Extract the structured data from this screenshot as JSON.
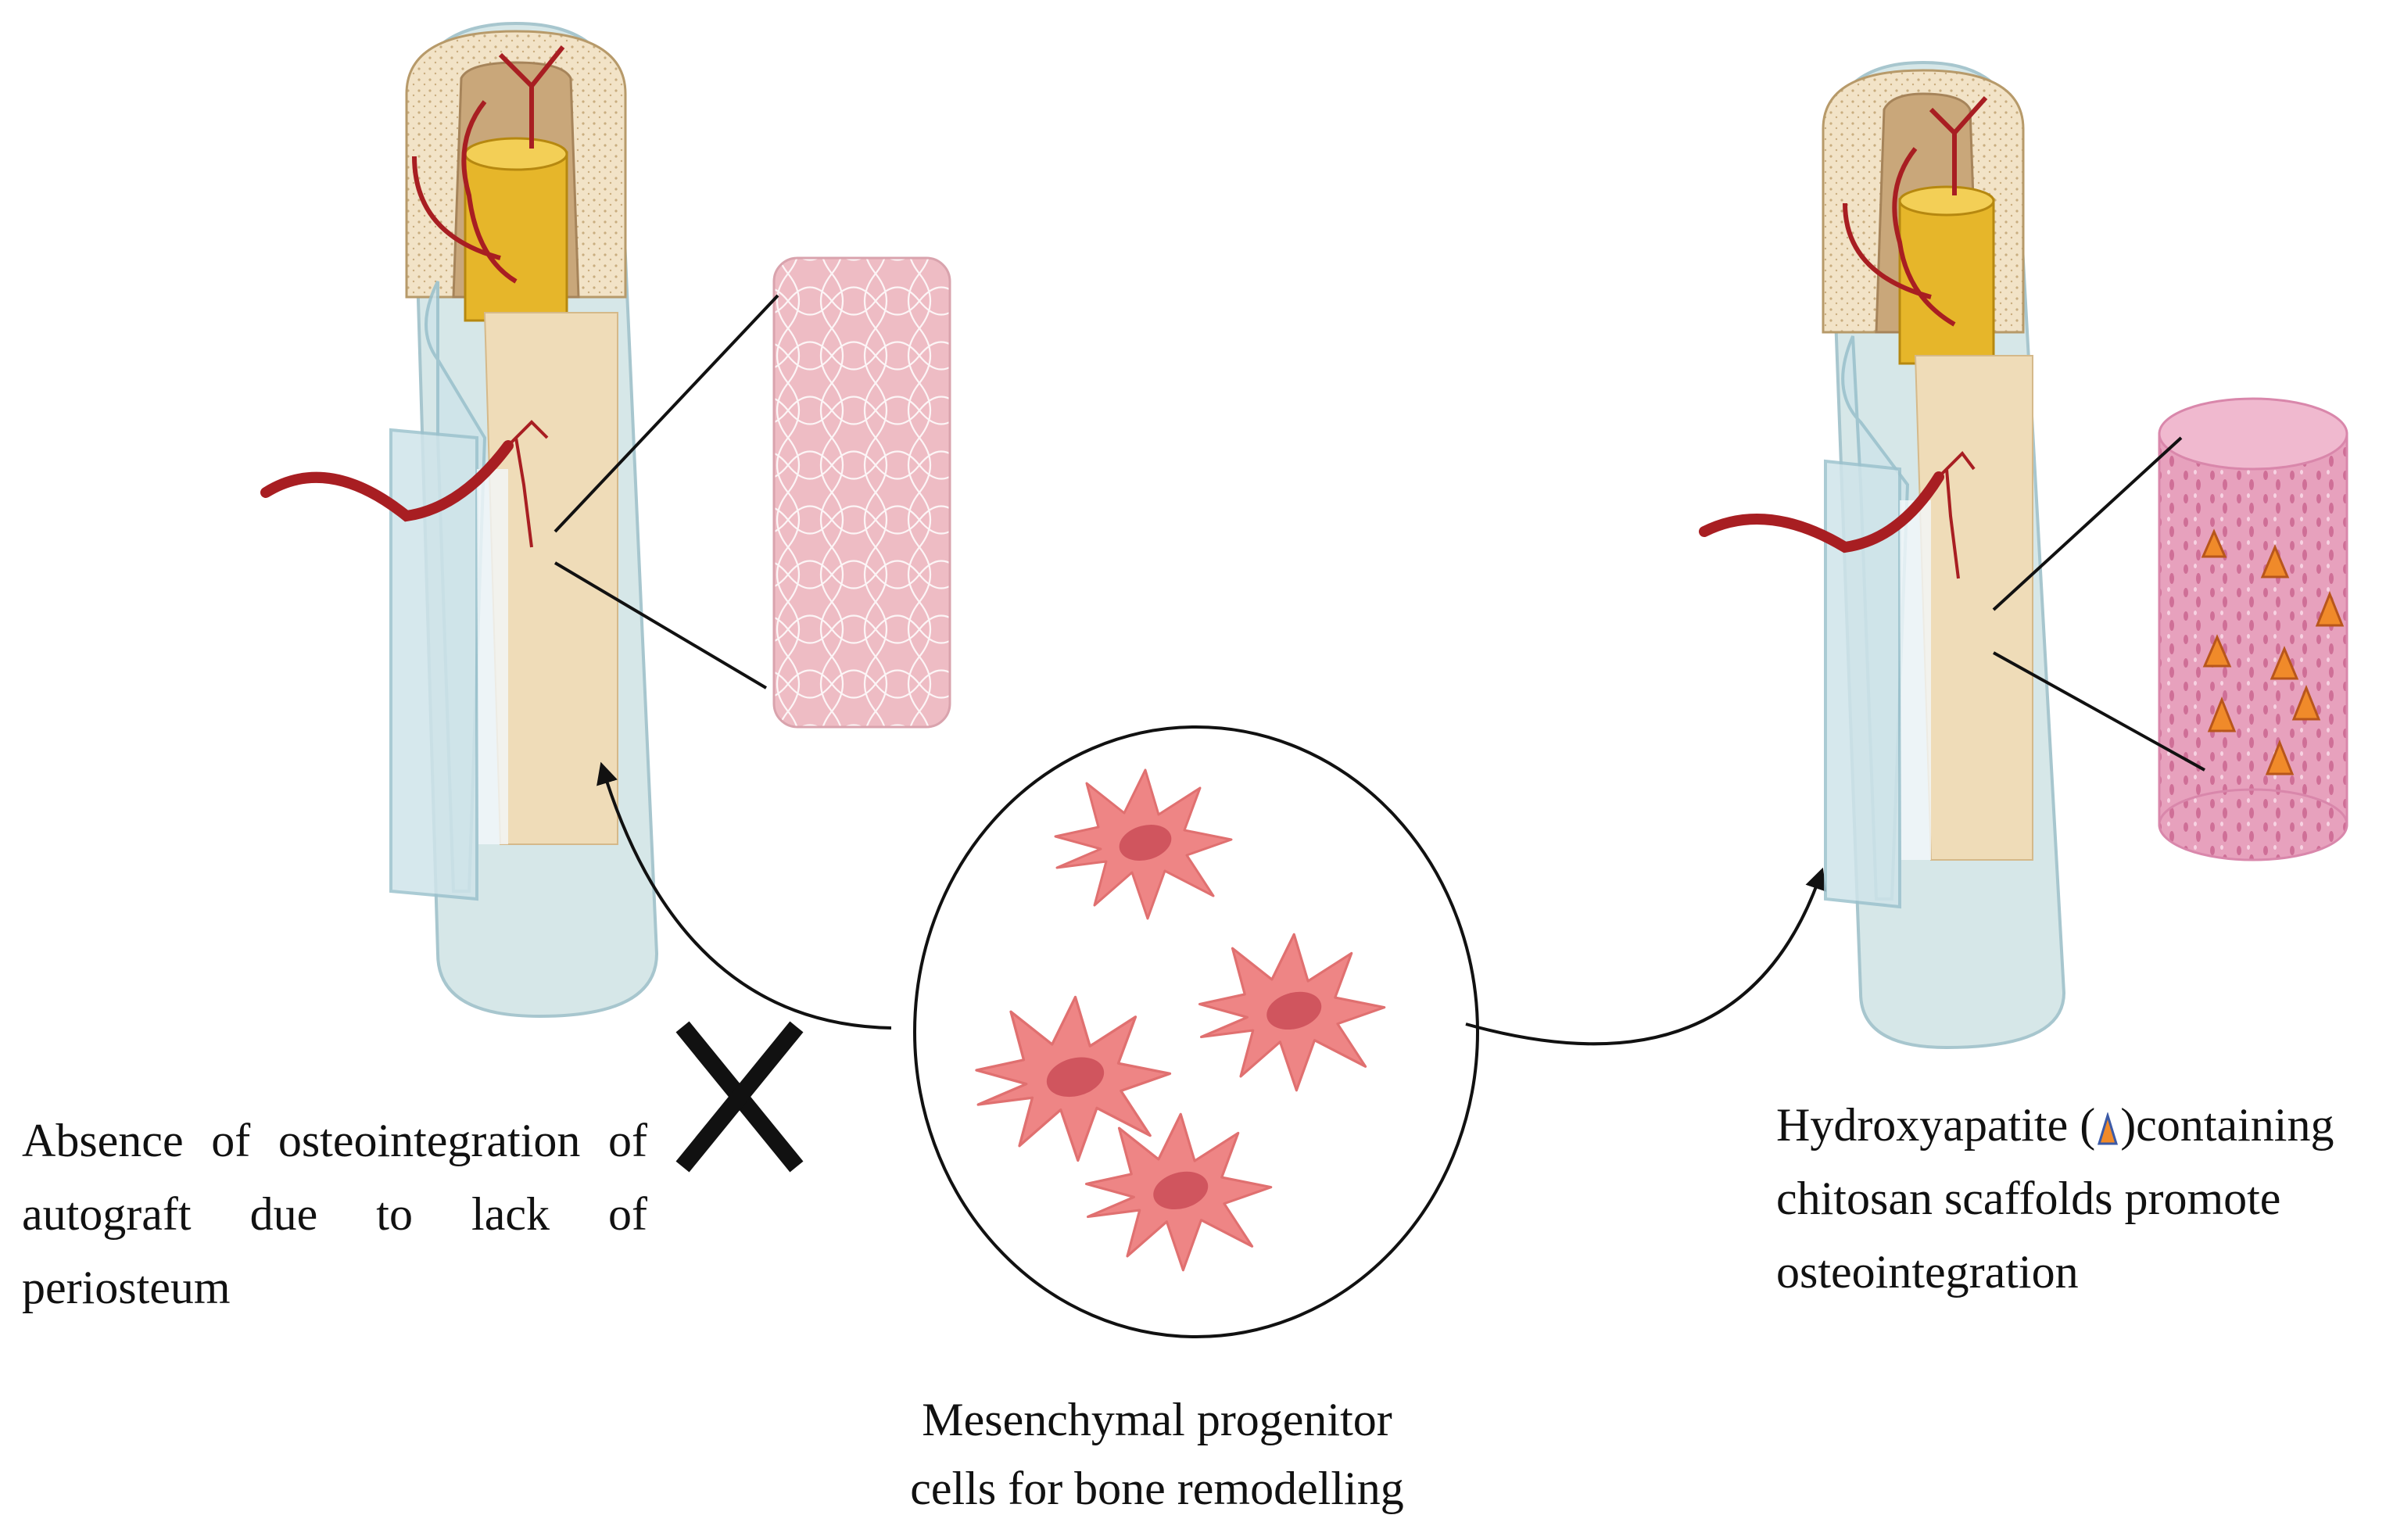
{
  "left_panel": {
    "caption_lines": [
      "Absence of osteointegration of",
      "autograft due to lack of",
      "periosteum"
    ],
    "negation_mark": "x-cross-icon",
    "colors": {
      "bone_shaft": "#efdcb8",
      "marrow_cap": "#f2e3c7",
      "vessel": "#a81e22",
      "periosteum": "#cfe4ea",
      "graft_core": "#e6b62a",
      "mesh_scaffold": "#eebcc4"
    }
  },
  "right_panel": {
    "caption_before_marker": "Hydroxyapatite (",
    "caption_after_marker": ")containing",
    "caption_lines_rest": [
      "chitosan scaffolds promote",
      "osteointegration"
    ],
    "marker_icon": "hydroxyapatite-triangle-icon",
    "colors": {
      "porous_scaffold": "#e7a1bd",
      "hydroxyapatite": "#f08a2a"
    }
  },
  "center_panel": {
    "caption_lines": [
      "Mesenchymal progenitor",
      "cells for bone remodelling"
    ],
    "cell_icon": "mesenchymal-cell-icon",
    "colors": {
      "cell_body": "#ee8585",
      "nucleus": "#d0555e"
    }
  }
}
